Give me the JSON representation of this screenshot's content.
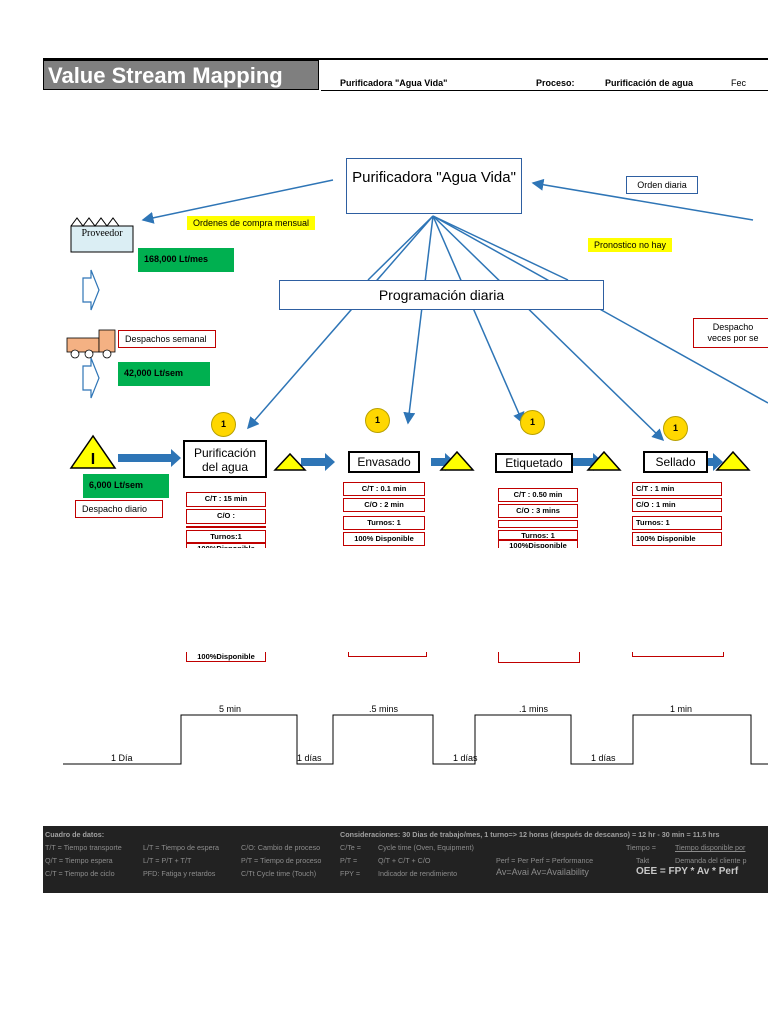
{
  "header": {
    "title": "Value Stream Mapping",
    "company": "Purificadora \"Agua Vida\"",
    "process_label": "Proceso:",
    "process_value": "Purificación de agua",
    "date_label": "Fec"
  },
  "central": {
    "company_box": "Purificadora \"Agua Vida\"",
    "schedule_box": "Programación diaria"
  },
  "labels": {
    "ordenes": "Ordenes de compra mensual",
    "orden_diaria": "Orden diaria",
    "pronostico": "Pronostico no hay",
    "proveedor": "Proveedor",
    "proveedor_qty": "168,000 Lt/mes",
    "despachos_semanal": "Despachos semanal",
    "semanal_qty": "42,000 Lt/sem",
    "inventory_qty": "6,000 Lt/sem",
    "despacho_diario": "Despacho diario",
    "despacho_veces": "Despacho veces por se"
  },
  "operators": [
    "1",
    "1",
    "1",
    "1"
  ],
  "processes": [
    {
      "name": "Purificación del agua",
      "cells": [
        "C/T : 15 min",
        "C/O :",
        "",
        "Turnos:1",
        "100%Disponible"
      ]
    },
    {
      "name": "Envasado",
      "cells": [
        "C/T : 0.1 min",
        "C/O : 2 min",
        "Turnos: 1",
        "100% Disponible"
      ]
    },
    {
      "name": "Etiquetado",
      "cells": [
        "C/T : 0.50 min",
        "C/O : 3 mins",
        "",
        "Turnos: 1",
        "100%Disponible"
      ]
    },
    {
      "name": "Sellado",
      "cells": [
        "C/T : 1 min",
        "C/O : 1 min",
        "Turnos: 1",
        "100% Disponible"
      ]
    }
  ],
  "lower_cell_text": "100%Disponible",
  "timeline": {
    "up": [
      "5 min",
      ".5 mins",
      ".1 mins",
      "1 min"
    ],
    "down": [
      "1 Día",
      "1 días",
      "1 días",
      "1 días"
    ]
  },
  "footer": {
    "cuadro": "Cuadro de datos:",
    "consideraciones": "Consideraciones: 30 Dias de trabajo/mes, 1 turno=> 12 horas (después de descanso) = 12 hr - 30 min = 11.5 hrs",
    "r1": [
      "T/T = Tiempo transporte",
      "L/T = Tiempo de espera",
      "C/O: Cambio de proceso",
      "C/Te =",
      "Cycle time (Oven, Equipment)",
      "Tiempo =",
      "Tiempo disponible por"
    ],
    "r2": [
      "Q/T = Tiempo espera",
      "L/T = P/T + T/T",
      "P/T = Tiempo de proceso",
      "P/T =",
      "Q/T + C/T + C/O",
      "Perf = Per Perf = Performance",
      "Takt",
      "Demanda del cliente p"
    ],
    "r3": [
      "C/T = Tiempo de ciclo",
      "PFD: Fatiga y retardos",
      "C/Tt Cycle time (Touch)",
      "FPY =",
      "Indicador de rendimiento",
      "Av=Avai Av=Availability",
      "OEE = FPY * Av * Perf"
    ]
  }
}
